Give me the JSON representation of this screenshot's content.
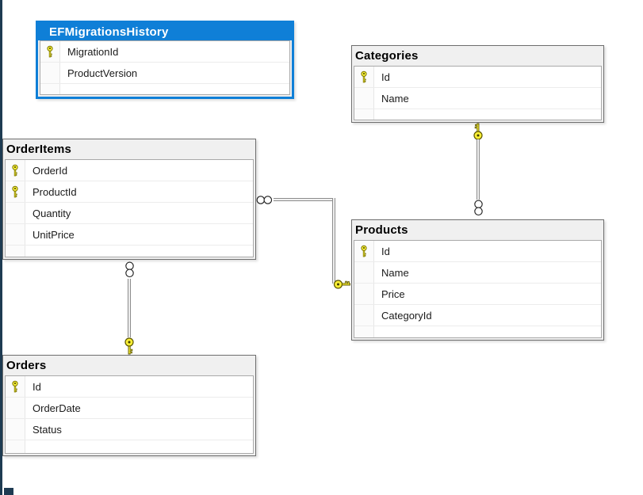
{
  "diagram": {
    "tables": [
      {
        "name": "EFMigrationsHistory",
        "selected": true,
        "columns": [
          {
            "name": "MigrationId",
            "primary_key": true
          },
          {
            "name": "ProductVersion",
            "primary_key": false
          }
        ]
      },
      {
        "name": "Categories",
        "selected": false,
        "columns": [
          {
            "name": "Id",
            "primary_key": true
          },
          {
            "name": "Name",
            "primary_key": false
          }
        ]
      },
      {
        "name": "OrderItems",
        "selected": false,
        "columns": [
          {
            "name": "OrderId",
            "primary_key": true
          },
          {
            "name": "ProductId",
            "primary_key": true
          },
          {
            "name": "Quantity",
            "primary_key": false
          },
          {
            "name": "UnitPrice",
            "primary_key": false
          }
        ]
      },
      {
        "name": "Products",
        "selected": false,
        "columns": [
          {
            "name": "Id",
            "primary_key": true
          },
          {
            "name": "Name",
            "primary_key": false
          },
          {
            "name": "Price",
            "primary_key": false
          },
          {
            "name": "CategoryId",
            "primary_key": false
          }
        ]
      },
      {
        "name": "Orders",
        "selected": false,
        "columns": [
          {
            "name": "Id",
            "primary_key": true
          },
          {
            "name": "OrderDate",
            "primary_key": false
          },
          {
            "name": "Status",
            "primary_key": false
          }
        ]
      }
    ],
    "relationships": [
      {
        "one_side": "Products",
        "many_side": "OrderItems",
        "one_symbol": "key",
        "many_symbol": "infinity"
      },
      {
        "one_side": "Categories",
        "many_side": "Products",
        "one_symbol": "key",
        "many_symbol": "infinity"
      },
      {
        "one_side": "Orders",
        "many_side": "OrderItems",
        "one_symbol": "key",
        "many_symbol": "infinity"
      }
    ],
    "colors": {
      "selected_header": "#0f7fd7",
      "selected_border": "#0f7fd7",
      "table_header_bg": "#f0f0f0",
      "table_border": "#6e6e6e",
      "connector_line": "#8c8c8c",
      "key_icon_yellow": "#f9ef35",
      "canvas_bg": "#ffffff",
      "left_edge_strip": "#1e3b52"
    }
  }
}
